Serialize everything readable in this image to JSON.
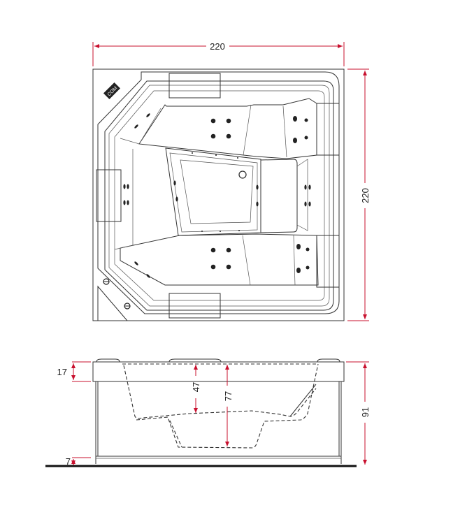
{
  "plan_view": {
    "width_label": "220",
    "depth_label": "220",
    "control_badge": "COM"
  },
  "side_view": {
    "rim_height_label": "17",
    "seat_depth_label": "47",
    "water_depth_label": "77",
    "total_height_label": "91",
    "leg_height_label": "7"
  },
  "colors": {
    "dimension": "#c8102e",
    "outline": "#333333"
  }
}
